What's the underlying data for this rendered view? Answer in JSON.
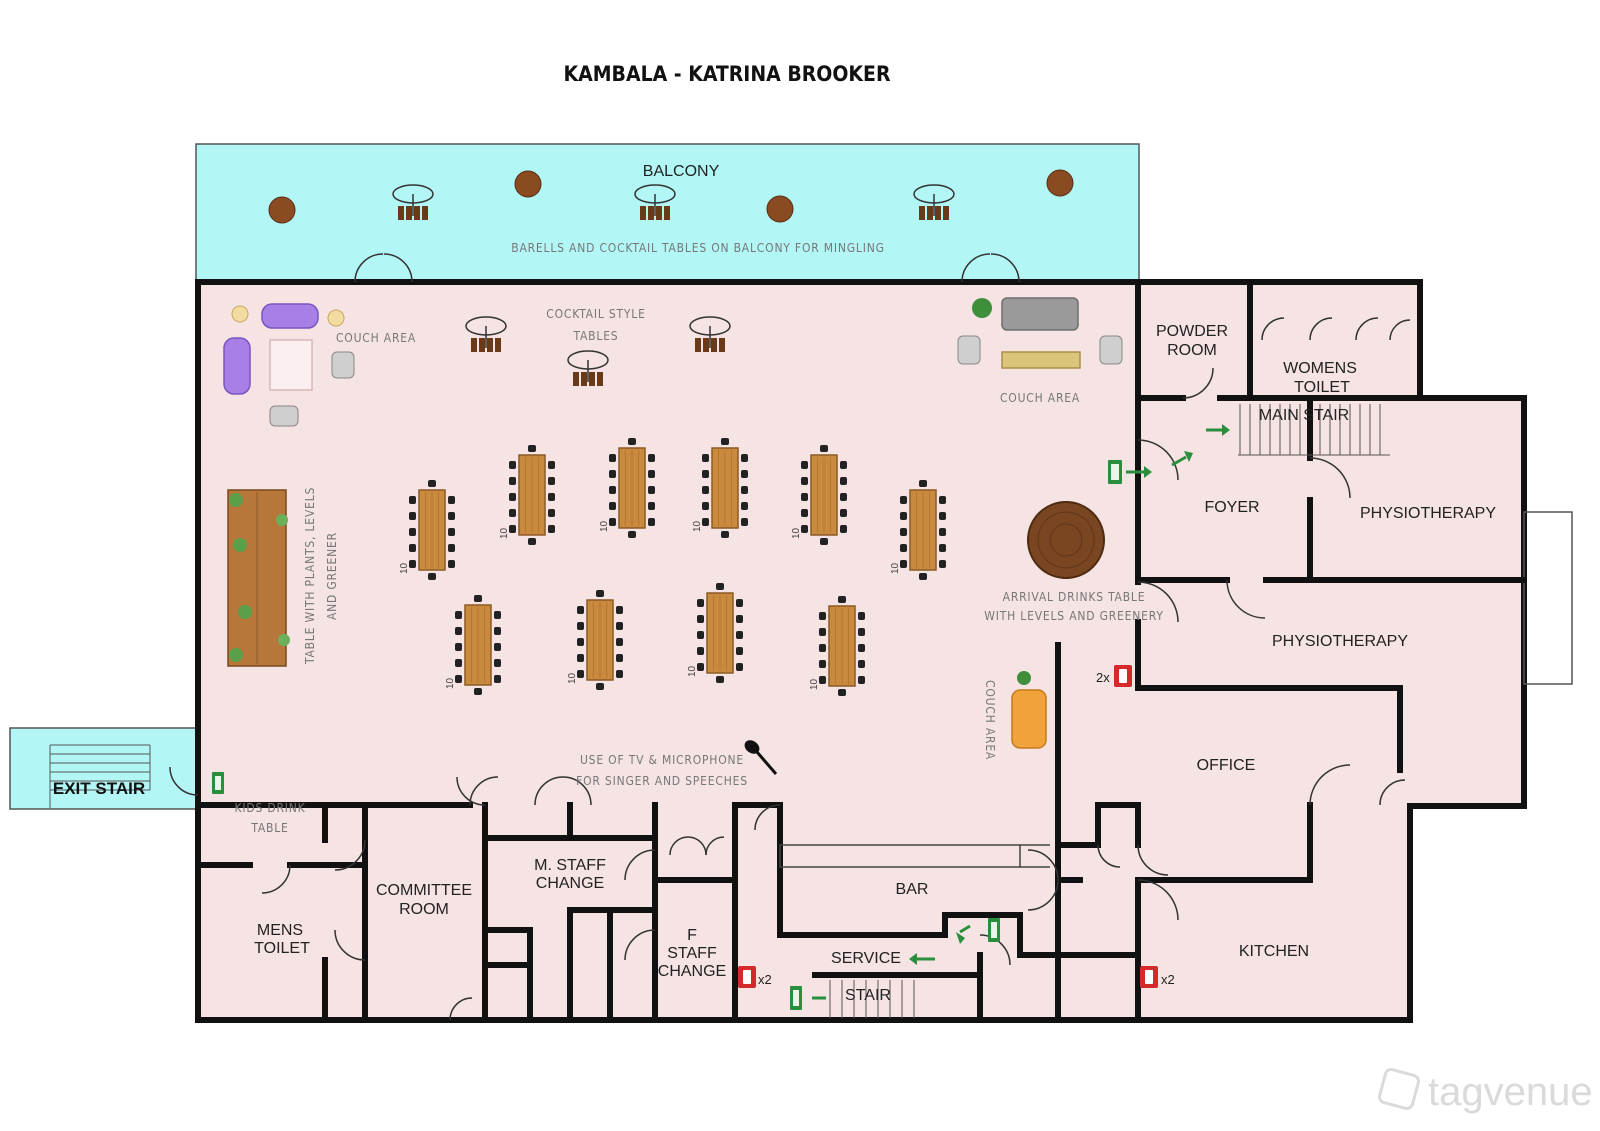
{
  "title": "KAMBALA - KATRINA BROOKER",
  "rooms": {
    "balcony": "BALCONY",
    "powder_room": [
      "POWDER",
      "ROOM"
    ],
    "womens_toilet": [
      "WOMENS",
      "TOILET"
    ],
    "main_stair": "MAIN STAIR",
    "foyer": "FOYER",
    "physiotherapy_1": "PHYSIOTHERAPY",
    "physiotherapy_2": "PHYSIOTHERAPY",
    "office": "OFFICE",
    "kitchen": "KITCHEN",
    "bar": "BAR",
    "service": "SERVICE",
    "stair": "STAIR",
    "f_staff_change": [
      "F",
      "STAFF",
      "CHANGE"
    ],
    "m_staff_change": [
      "M. STAFF",
      "CHANGE"
    ],
    "committee_room": [
      "COMMITTEE",
      "ROOM"
    ],
    "mens_toilet": [
      "MENS",
      "TOILET"
    ],
    "exit_stair": "EXIT STAIR"
  },
  "notes": {
    "balcony_note": "BARELLS AND COCKTAIL TABLES ON BALCONY FOR MINGLING",
    "cocktail_tables": [
      "COCKTAIL STYLE",
      "TABLES"
    ],
    "couch_area_left": "COUCH AREA",
    "couch_area_right": "COUCH AREA",
    "couch_area_side": "COUCH AREA",
    "plant_table": [
      "TABLE WITH PLANTS, LEVELS",
      "AND GREENER"
    ],
    "arrival_table": [
      "ARRIVAL DRINKS TABLE",
      "WITH LEVELS AND GREENERY"
    ],
    "tv_mic": [
      "USE OF TV & MICROPHONE",
      "FOR SINGER AND SPEECHES"
    ],
    "kids_table": [
      "KIDS DRINK",
      "TABLE"
    ]
  },
  "tables": {
    "seats_label": "10",
    "count": 10
  },
  "extinguishers": {
    "label_a": "2x",
    "label_b": "x2",
    "label_c": "x2"
  },
  "watermark": "tagvenue",
  "colors": {
    "hall_fill": "#f6e3e3",
    "balcony_fill": "#b3f6f6",
    "wall": "#111111",
    "table_wood": "#c98a3e",
    "exit_green": "#2a8f3c",
    "extinguisher_red": "#d42a2a",
    "couch_purple": "#a77fe6",
    "couch_grey": "#9a9a9a",
    "couch_orange": "#f2a23a"
  }
}
